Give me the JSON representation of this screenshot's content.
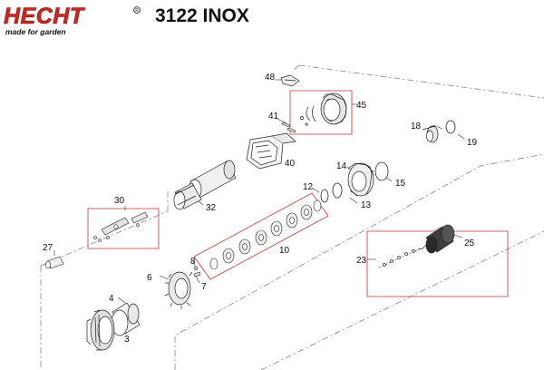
{
  "header": {
    "brand": "HECHT",
    "tagline": "made for garden",
    "model": "3122 INOX",
    "brand_color": "#d9221c"
  },
  "callouts": {
    "c3": "3",
    "c4": "4",
    "c6": "6",
    "c7": "7",
    "c8": "8",
    "c10": "10",
    "c12": "12",
    "c13": "13",
    "c14": "14",
    "c15": "15",
    "c18": "18",
    "c19": "19",
    "c23": "23",
    "c25": "25",
    "c27": "27",
    "c30": "30",
    "c32": "32",
    "c40": "40",
    "c41": "41",
    "c45": "45",
    "c48": "48"
  }
}
